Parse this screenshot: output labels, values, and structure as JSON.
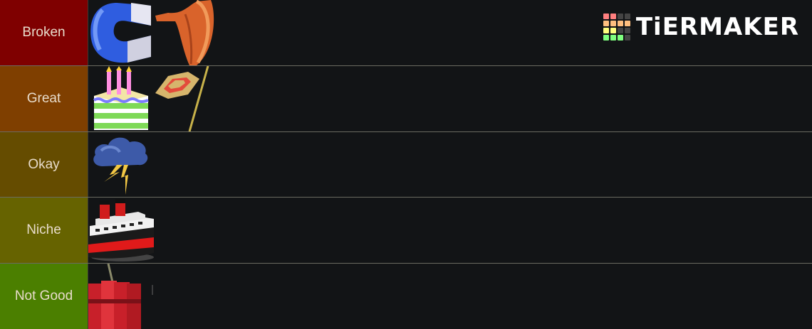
{
  "brand": {
    "name": "TiERMAKER",
    "grid_colors": [
      "#ff7f7f",
      "#ff7f7f",
      "#444444",
      "#444444",
      "#ffbf7f",
      "#ffbf7f",
      "#ffbf7f",
      "#ffbf7f",
      "#ffff7f",
      "#ffff7f",
      "#444444",
      "#444444",
      "#7fff7f",
      "#7fff7f",
      "#7fff7f",
      "#444444"
    ]
  },
  "tiers": [
    {
      "label": "Broken",
      "color": "#7f0000",
      "items": [
        "horseshoe-magnet",
        "gramophone-horn"
      ]
    },
    {
      "label": "Great",
      "color": "#7f3f00",
      "items": [
        "birthday-cake",
        "straw-hat-on-pole"
      ]
    },
    {
      "label": "Okay",
      "color": "#654c00",
      "items": [
        "storm-cloud"
      ]
    },
    {
      "label": "Niche",
      "color": "#666300",
      "items": [
        "ocean-liner"
      ]
    },
    {
      "label": "Not Good",
      "color": "#4b7f00",
      "items": [
        "dynamite"
      ]
    }
  ]
}
